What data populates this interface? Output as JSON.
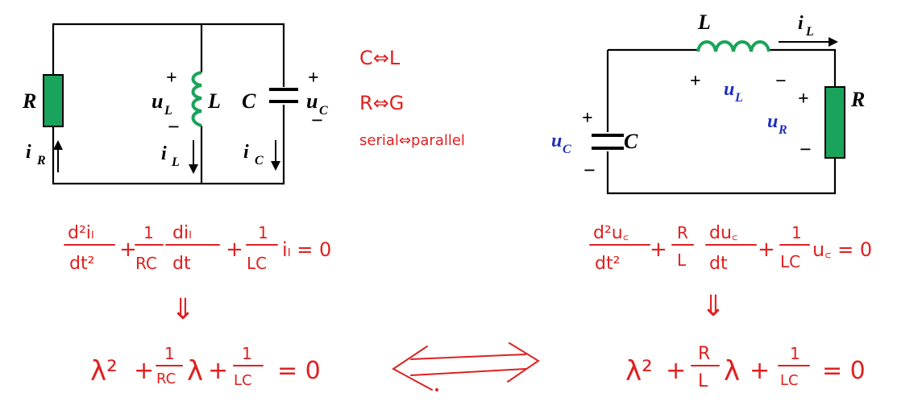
{
  "colors": {
    "component": "#1aa35a",
    "voltage_label": "#1f2fbf",
    "handwriting": "#e02020",
    "wire": "#000000"
  },
  "left_circuit": {
    "R": "R",
    "L": "L",
    "C": "C",
    "iR": "i",
    "iR_sub": "R",
    "uL": "u",
    "uL_sub": "L",
    "iL": "i",
    "iL_sub": "L",
    "uC": "u",
    "uC_sub": "C",
    "iC": "i",
    "iC_sub": "C",
    "plus": "+",
    "minus": "−"
  },
  "right_circuit": {
    "L": "L",
    "R": "R",
    "C": "C",
    "iL": "i",
    "iL_sub": "L",
    "uL": "u",
    "uL_sub": "L",
    "uR": "u",
    "uR_sub": "R",
    "uC": "u",
    "uC_sub": "C",
    "plus": "+",
    "minus": "−"
  },
  "notes": {
    "line1": "C⇔L",
    "line2": "R⇔G",
    "line3": "serial⇔parallel"
  },
  "equations": {
    "left_ode_num1": "d²iₗ",
    "left_ode_den1": "dt²",
    "left_ode_num2": "1",
    "left_ode_den2": "RC",
    "left_ode_num3": "diₗ",
    "left_ode_den3": "dt",
    "left_ode_num4": "1",
    "left_ode_den4": "LC",
    "left_ode_tail": "iₗ = 0",
    "left_char": "λ² + ¹⁄ᵣ꜀ λ + ¹⁄ₗ꜀ = 0",
    "left_char_a": "λ²",
    "left_char_b_num": "1",
    "left_char_b_den": "RC",
    "left_char_c": "λ",
    "left_char_d_num": "1",
    "left_char_d_den": "LC",
    "left_char_eq": "= 0",
    "right_ode_num1": "d²u꜀",
    "right_ode_den1": "dt²",
    "right_ode_num2": "R",
    "right_ode_den2": "L",
    "right_ode_num3": "du꜀",
    "right_ode_den3": "dt",
    "right_ode_num4": "1",
    "right_ode_den4": "LC",
    "right_ode_tail": "u꜀ = 0",
    "right_char_a": "λ²",
    "right_char_b_num": "R",
    "right_char_b_den": "L",
    "right_char_c": "λ",
    "right_char_d_num": "1",
    "right_char_d_den": "LC",
    "right_char_eq": "= 0",
    "plus": "+",
    "implies": "⇓",
    "dual_arrow": "⟺"
  }
}
